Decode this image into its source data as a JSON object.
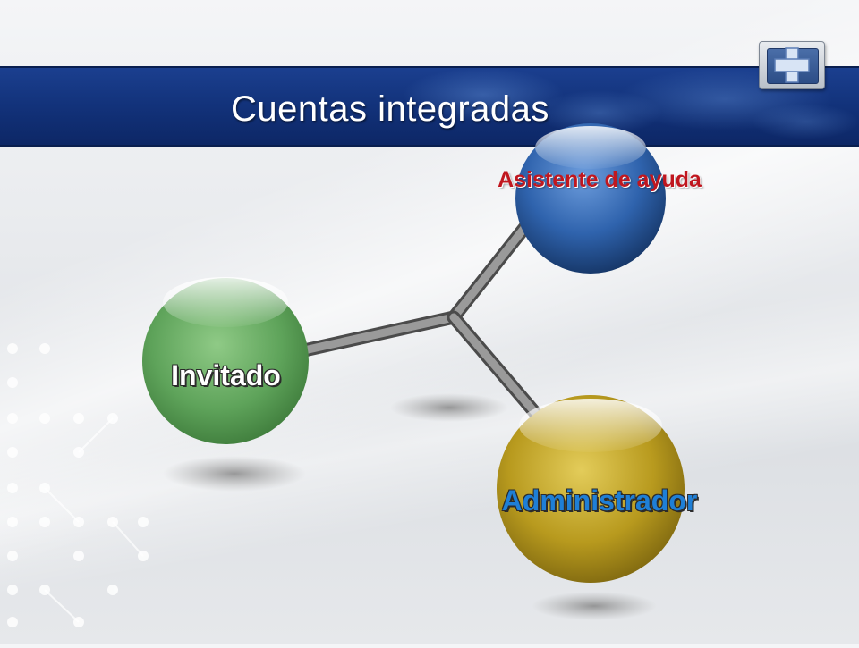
{
  "slide": {
    "title": "Cuentas integradas"
  },
  "diagram": {
    "nodes": [
      {
        "id": "guest",
        "label": "Invitado",
        "color": "#5ea35a"
      },
      {
        "id": "helper",
        "label": "Asistente de ayuda",
        "color": "#2f63ad",
        "label_color": "#c0171f"
      },
      {
        "id": "admin",
        "label": "Administrador",
        "color": "#b89a1e",
        "label_color": "#1f7fd6"
      }
    ]
  },
  "colors": {
    "banner": "#12327a",
    "connector": "#6e6e6e"
  },
  "icons": {
    "corner_badge": "plus-cross-icon"
  }
}
